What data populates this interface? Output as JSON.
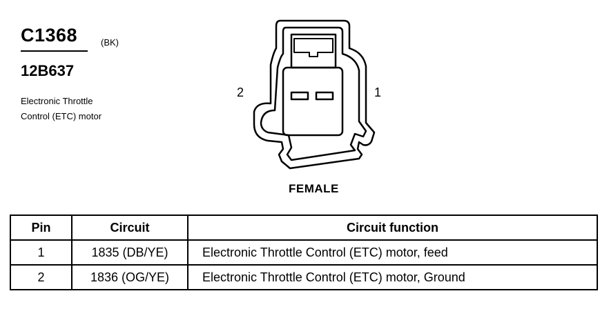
{
  "connector": {
    "id": "C1368",
    "color_code": "(BK)",
    "part_number": "12B637",
    "description_line1": "Electronic Throttle",
    "description_line2": "Control (ETC) motor",
    "gender": "FEMALE",
    "pin_labels": {
      "left": "2",
      "right": "1"
    }
  },
  "table": {
    "headers": {
      "pin": "Pin",
      "circuit": "Circuit",
      "function": "Circuit function"
    },
    "rows": [
      {
        "pin": "1",
        "circuit": "1835 (DB/YE)",
        "function": "Electronic Throttle Control (ETC) motor, feed"
      },
      {
        "pin": "2",
        "circuit": "1836 (OG/YE)",
        "function": "Electronic Throttle Control (ETC) motor, Ground"
      }
    ]
  }
}
